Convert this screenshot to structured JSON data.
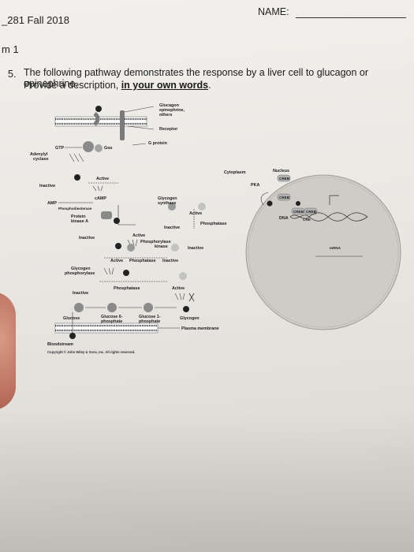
{
  "header": {
    "course": "_281 Fall 2018",
    "name_label": "NAME:",
    "exam": "m 1"
  },
  "question": {
    "number": "5.",
    "line1": "The following pathway demonstrates the response by a liver cell to glucagon or epinephrine.",
    "line2_prefix": "Provide a description, ",
    "line2_emphasis": "in your own words",
    "line2_suffix": "."
  },
  "diagram": {
    "hormone_label": "Glucagon",
    "hormone_label_2": "epinephrine,",
    "hormone_label_3": "others",
    "receptor": "Receptor",
    "gtp": "GTP",
    "g_alpha": "Gαs",
    "g_protein": "G protein",
    "adenylyl_cyclase": "Adenylyl",
    "adenylyl_cyclase_2": "cyclase",
    "inactive_1": "Inactive",
    "active_1": "Active",
    "amp": "AMP",
    "camp": "cAMP",
    "phosphodiesterase": "Phosphodiesterase",
    "protein_kinase_a": "Protein",
    "protein_kinase_a_2": "kinase A",
    "glycogen_synthase": "Glycogen",
    "glycogen_synthase_2": "synthase",
    "active_2": "Active",
    "phosphatase_1": "Phosphatase",
    "inactive_2": "Inactive",
    "active_3": "Active",
    "phosphorylase_kinase": "Phosphorylase",
    "phosphorylase_kinase_2": "kinase",
    "inactive_3": "Inactive",
    "glycogen_phosphorylase": "Glycogen",
    "glycogen_phosphorylase_2": "phosphorylase",
    "active_4": "Active",
    "phosphatase_2": "Phosphatase",
    "inactive_4": "Inactive",
    "inactive_5": "Inactive",
    "phosphatase_3": "Phosphatase",
    "active_5": "Active",
    "glucose": "Glucose",
    "glucose_6p": "Glucose 6-",
    "glucose_6p_2": "phosphate",
    "glucose_1p": "Glucose 1-",
    "glucose_1p_2": "phosphate",
    "glycogen": "Glycogen",
    "plasma_membrane": "Plasma membrane",
    "bloodstream": "Bloodstream",
    "cytoplasm": "Cytoplasm",
    "nucleus": "Nucleus",
    "pka": "PKA",
    "creb_1": "CREB",
    "creb_2": "CREB",
    "creb_3": "CREB",
    "creb_4": "CREB",
    "cre": "CRE",
    "dna": "DNA",
    "mrna": "mRNA",
    "copyright": "Copyright © John Wiley & Sons, Inc. All rights reserved."
  }
}
